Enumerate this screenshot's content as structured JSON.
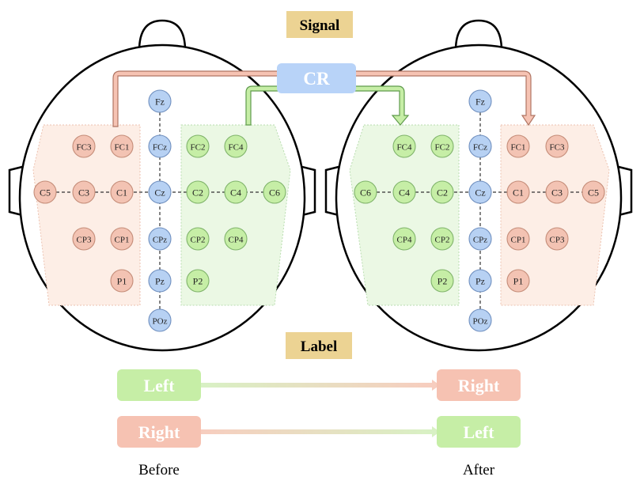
{
  "signal_title": "Signal",
  "label_title": "Label",
  "cr_label": "CR",
  "colors": {
    "left_region": "#fdeee6",
    "right_region": "#ebf8e4",
    "salmon": "#f3c3b3",
    "green": "#c6eea6",
    "blue": "#b7d1f3",
    "cr": "#b8d3f8",
    "title_bg": "#ecd393"
  },
  "electrodes_before": [
    {
      "name": "Fz",
      "group": "mid"
    },
    {
      "name": "FC3",
      "group": "left"
    },
    {
      "name": "FC1",
      "group": "left"
    },
    {
      "name": "FCz",
      "group": "mid"
    },
    {
      "name": "FC2",
      "group": "right"
    },
    {
      "name": "FC4",
      "group": "right"
    },
    {
      "name": "C5",
      "group": "left"
    },
    {
      "name": "C3",
      "group": "left"
    },
    {
      "name": "C1",
      "group": "left"
    },
    {
      "name": "Cz",
      "group": "mid"
    },
    {
      "name": "C2",
      "group": "right"
    },
    {
      "name": "C4",
      "group": "right"
    },
    {
      "name": "C6",
      "group": "right"
    },
    {
      "name": "CP3",
      "group": "left"
    },
    {
      "name": "CP1",
      "group": "left"
    },
    {
      "name": "CPz",
      "group": "mid"
    },
    {
      "name": "CP2",
      "group": "right"
    },
    {
      "name": "CP4",
      "group": "right"
    },
    {
      "name": "P1",
      "group": "left"
    },
    {
      "name": "Pz",
      "group": "mid"
    },
    {
      "name": "P2",
      "group": "right"
    },
    {
      "name": "POz",
      "group": "mid"
    }
  ],
  "electrodes_after": [
    {
      "name": "Fz",
      "group": "mid"
    },
    {
      "name": "FC4",
      "group": "right"
    },
    {
      "name": "FC2",
      "group": "right"
    },
    {
      "name": "FCz",
      "group": "mid"
    },
    {
      "name": "FC1",
      "group": "left"
    },
    {
      "name": "FC3",
      "group": "left"
    },
    {
      "name": "C6",
      "group": "right"
    },
    {
      "name": "C4",
      "group": "right"
    },
    {
      "name": "C2",
      "group": "right"
    },
    {
      "name": "Cz",
      "group": "mid"
    },
    {
      "name": "C1",
      "group": "left"
    },
    {
      "name": "C3",
      "group": "left"
    },
    {
      "name": "C5",
      "group": "left"
    },
    {
      "name": "CP4",
      "group": "right"
    },
    {
      "name": "CP2",
      "group": "right"
    },
    {
      "name": "CPz",
      "group": "mid"
    },
    {
      "name": "CP1",
      "group": "left"
    },
    {
      "name": "CP3",
      "group": "left"
    },
    {
      "name": "P2",
      "group": "right"
    },
    {
      "name": "Pz",
      "group": "mid"
    },
    {
      "name": "P1",
      "group": "left"
    },
    {
      "name": "POz",
      "group": "mid"
    }
  ],
  "label_rows": [
    {
      "before": "Left",
      "after": "Right",
      "before_color": "#c6eea6",
      "after_color": "#f6c2b2"
    },
    {
      "before": "Right",
      "after": "Left",
      "before_color": "#f6c2b2",
      "after_color": "#c6eea6"
    }
  ],
  "before_caption": "Before",
  "after_caption": "After"
}
